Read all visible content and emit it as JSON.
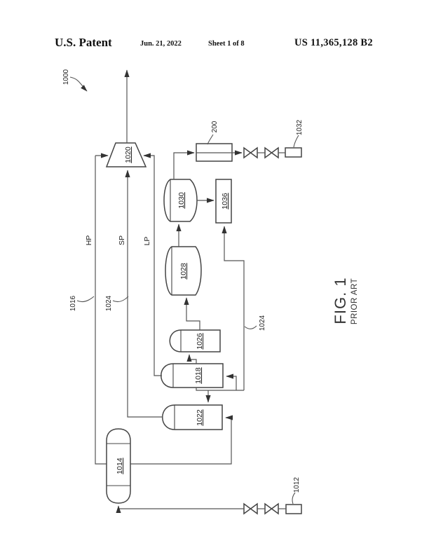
{
  "header": {
    "title": "U.S. Patent",
    "date": "Jun. 21, 2022",
    "sheet": "Sheet 1 of 8",
    "patent_number": "US 11,365,128 B2"
  },
  "figure": {
    "name": "FIG. 1",
    "note": "PRIOR ART"
  },
  "diagram": {
    "system_label": "1000",
    "stream_labels": {
      "hp": "HP",
      "sp": "SP",
      "lp": "LP"
    },
    "component_labels": {
      "compressor": "1020",
      "heat_exchanger": "200",
      "outlet_unit": "1032",
      "vessel_1030": "1030",
      "unit_1036": "1036",
      "vessel_1028": "1028",
      "vessel_1026": "1026",
      "vessel_1018": "1018",
      "vessel_1022": "1022",
      "column_1014": "1014",
      "inlet_unit": "1012",
      "line_1016": "1016",
      "line_1024_left": "1024",
      "line_1024_right": "1024"
    }
  }
}
